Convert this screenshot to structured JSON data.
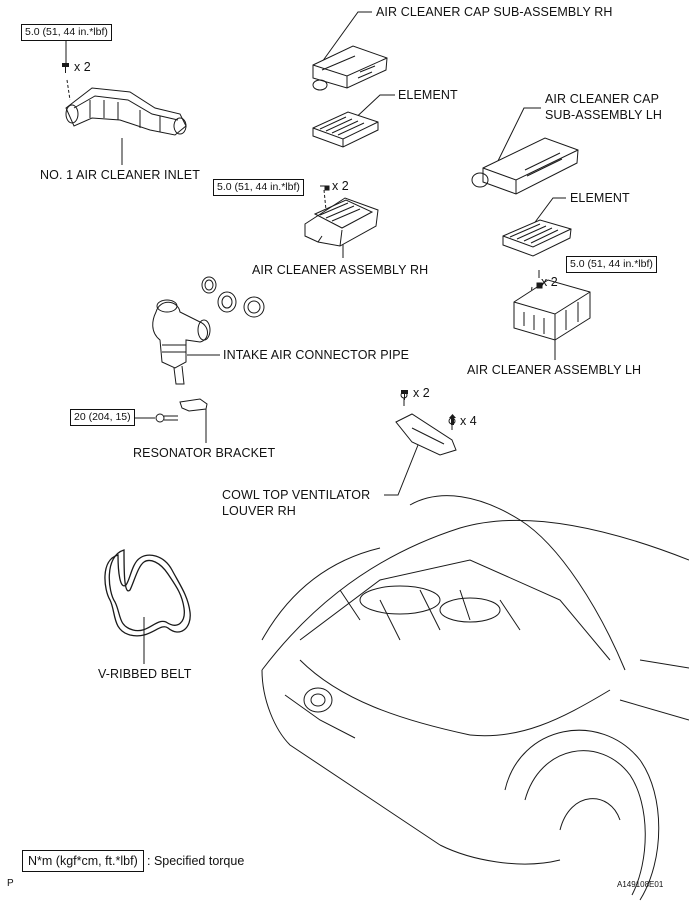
{
  "labels": {
    "air_cleaner_cap_rh": "AIR CLEANER CAP SUB-ASSEMBLY RH",
    "element_rh": "ELEMENT",
    "no1_air_cleaner_inlet": "NO. 1 AIR CLEANER INLET",
    "air_cleaner_cap_lh_line1": "AIR CLEANER CAP",
    "air_cleaner_cap_lh_line2": "SUB-ASSEMBLY LH",
    "element_lh": "ELEMENT",
    "air_cleaner_assembly_rh": "AIR CLEANER ASSEMBLY RH",
    "air_cleaner_assembly_lh": "AIR CLEANER ASSEMBLY LH",
    "intake_air_connector_pipe": "INTAKE AIR CONNECTOR PIPE",
    "resonator_bracket": "RESONATOR BRACKET",
    "cowl_top_line1": "COWL TOP VENTILATOR",
    "cowl_top_line2": "LOUVER RH",
    "v_ribbed_belt": "V-RIBBED BELT"
  },
  "torques": {
    "inlet": "5.0 (51, 44 in.*lbf)",
    "assembly_rh": "5.0 (51, 44 in.*lbf)",
    "assembly_lh": "5.0 (51, 44 in.*lbf)",
    "resonator": "20 (204, 15)"
  },
  "quantities": {
    "inlet": "x 2",
    "assembly_rh": "x 2",
    "assembly_lh": "x 2",
    "cowl_bolt": "x 2",
    "cowl_clip": "x 4"
  },
  "legend": {
    "unit": "N*m (kgf*cm, ft.*lbf)",
    "description": ": Specified torque"
  },
  "footer": {
    "left_mark": "P",
    "figure_id": "A149108E01"
  },
  "icons": [
    "bolt-icon",
    "clip-icon"
  ]
}
